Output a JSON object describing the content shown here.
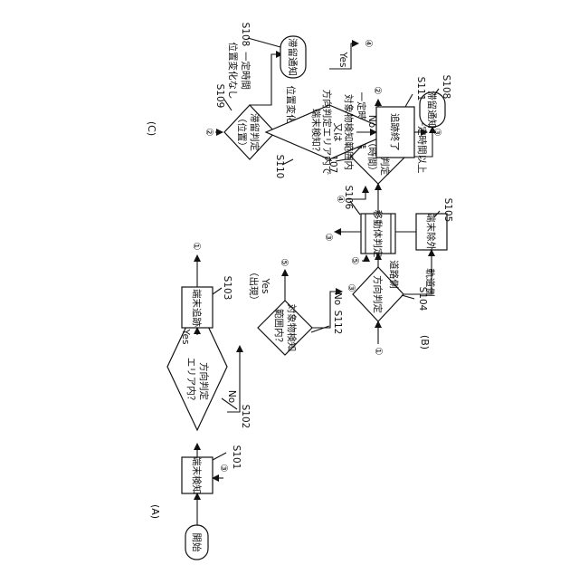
{
  "panels": {
    "a": "(A)",
    "b": "(B)",
    "c": "(C)"
  },
  "steps": {
    "s101": "S101",
    "s102": "S102",
    "s103": "S103",
    "s104": "S104",
    "s105": "S105",
    "s106": "S106",
    "s107": "S107",
    "s108": "S108",
    "s109": "S109",
    "s110": "S110",
    "s111": "S111",
    "s112": "S112"
  },
  "nodes": {
    "start": "開始",
    "terminal_detect": "端末検知",
    "direction_area": [
      "方向判定",
      "エリア内？"
    ],
    "terminal_track": "端末追跡",
    "object_detect_range": [
      "対象物検知",
      "範囲内？"
    ],
    "direction_judge": "方向判定",
    "terminal_exclude": "端末除外",
    "moving_body_judge": "移動体判定",
    "stay_judge_time": [
      "滞留判定",
      "（時間）"
    ],
    "stay_notify": "滞留通知",
    "stay_judge_position": [
      "滞留判定",
      "（位置）"
    ],
    "object_detect_range_c": [
      "対象物検知範囲内",
      "又は",
      "方向判定エリア内で",
      "端末検知？"
    ],
    "tracking_end": "追跡終了"
  },
  "edges": {
    "no": "No",
    "yes": "Yes",
    "yes_appear": [
      "Yes",
      "（出現）"
    ],
    "track_side": "軌道側",
    "road_side": "道路側",
    "over_time": "一定時間以上",
    "under_time": "一定時間未満",
    "no_change_time": [
      "一定時間",
      "位置変化なし"
    ],
    "position_changed": "位置変化あり"
  },
  "connectors": {
    "c1": "①",
    "c2": "②",
    "c3": "③",
    "c4": "④",
    "c5": "⑤"
  }
}
